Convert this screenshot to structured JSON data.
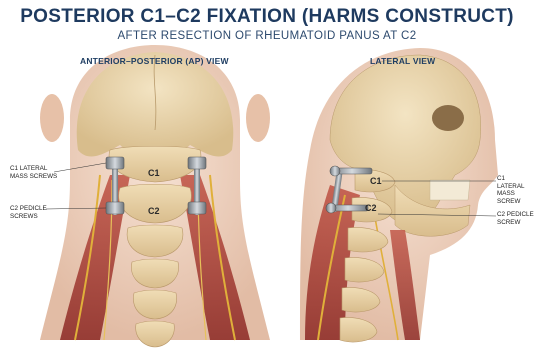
{
  "title": "POSTERIOR C1–C2 FIXATION (HARMS CONSTRUCT)",
  "subtitle": "AFTER RESECTION OF RHEUMATOID PANUS AT C2",
  "views": {
    "ap": {
      "label": "ANTERIOR–POSTERIOR (AP) VIEW",
      "c1": "C1",
      "c2": "C2",
      "callout_c1": [
        "C1 LATERAL",
        "MASS SCREWS"
      ],
      "callout_c2": [
        "C2 PEDICLE",
        "SCREWS"
      ]
    },
    "lateral": {
      "label": "LATERAL VIEW",
      "c1": "C1",
      "c2": "C2",
      "callout_c1": [
        "C1 LATERAL",
        "MASS SCREW"
      ],
      "callout_c2": [
        "C2 PEDICLE",
        "SCREW"
      ]
    }
  },
  "colors": {
    "title": "#1e3a5f",
    "bone": "#e8d2a6",
    "skin": "#f1d6c4",
    "muscle": "#b8473a",
    "nerve": "#e0b03a",
    "metal": "#9aa1a8"
  }
}
